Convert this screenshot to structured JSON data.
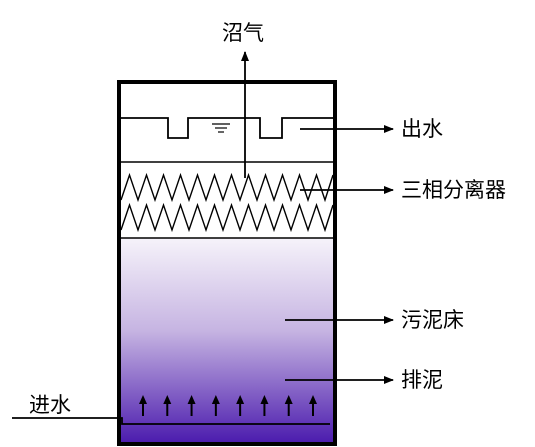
{
  "diagram": {
    "labels": {
      "biogas": "沼气",
      "effluent": "出水",
      "separator": "三相分离器",
      "sludge_bed": "污泥床",
      "sludge_discharge": "排泥",
      "influent": "进水"
    },
    "colors": {
      "outline": "#000000",
      "bed_top": "#f4f0f8",
      "bed_mid": "#b9a2da",
      "bed_bottom": "#4e1fb0"
    },
    "upflow_arrow_count": 8
  }
}
